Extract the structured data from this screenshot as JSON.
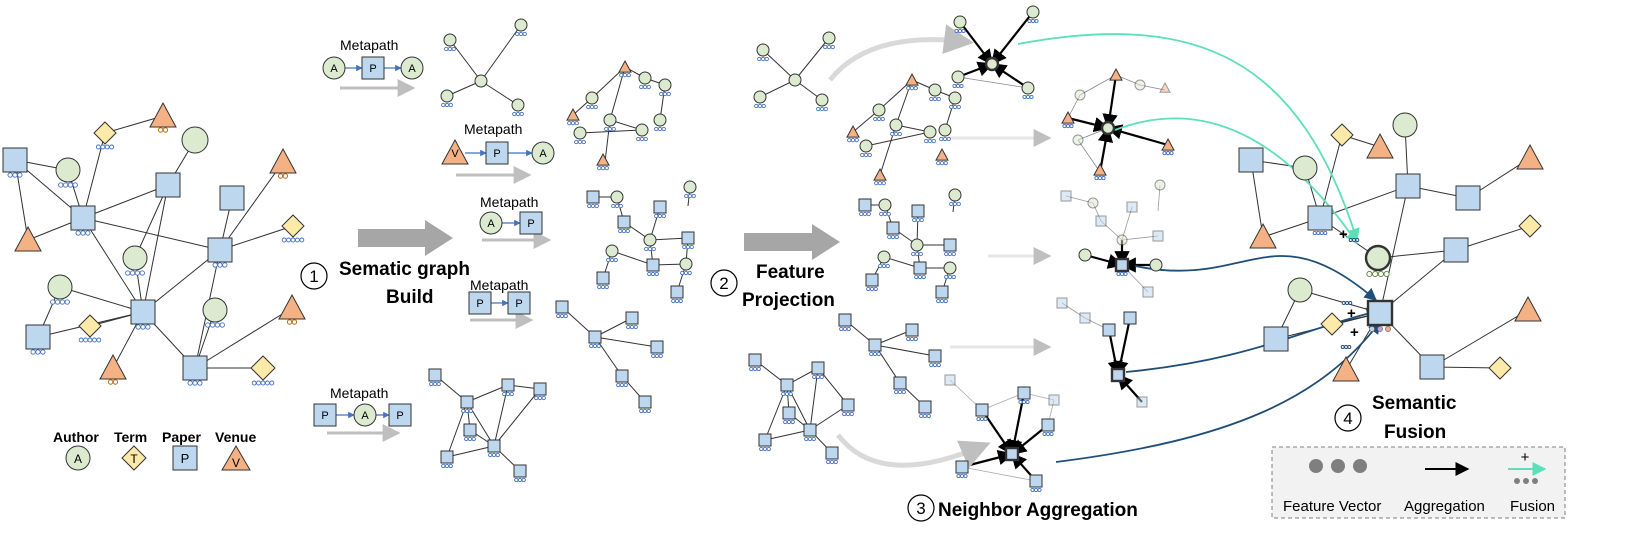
{
  "colors": {
    "author_fill": "#dcebd0",
    "term_fill": "#fde9a8",
    "paper_fill": "#bdd7ee",
    "venue_fill": "#f4b183",
    "edge": "#333333",
    "arrow_gray": "#bfbfbf",
    "fusion_teal": "#5ce0b8",
    "fusion_navy": "#1f4e79",
    "feature_dots": "#7f7f7f"
  },
  "legend_types": {
    "author": {
      "label": "Author",
      "glyph": "A"
    },
    "term": {
      "label": "Term",
      "glyph": "T"
    },
    "paper": {
      "label": "Paper",
      "glyph": "P"
    },
    "venue": {
      "label": "Venue",
      "glyph": "V"
    }
  },
  "metapaths": [
    {
      "label": "Metapath",
      "nodes": [
        "A",
        "P",
        "A"
      ]
    },
    {
      "label": "Metapath",
      "nodes": [
        "V",
        "P",
        "A"
      ]
    },
    {
      "label": "Metapath",
      "nodes": [
        "A",
        "P"
      ]
    },
    {
      "label": "Metapath",
      "nodes": [
        "P",
        "P"
      ]
    },
    {
      "label": "Metapath",
      "nodes": [
        "P",
        "A",
        "P"
      ]
    }
  ],
  "steps": {
    "step1": {
      "number": "1",
      "line1": "Sematic graph",
      "line2": "Build"
    },
    "step2": {
      "number": "2",
      "line1": "Feature",
      "line2": "Projection"
    },
    "step3": {
      "number": "3",
      "text": "Neighbor Aggregation"
    },
    "step4": {
      "number": "4",
      "line1": "Semantic",
      "line2": "Fusion"
    }
  },
  "bottom_legend": {
    "feature_vector": "Feature Vector",
    "aggregation": "Aggregation",
    "fusion": "Fusion",
    "plus": "+"
  },
  "fusion_plus_signs": [
    "+",
    "+",
    "+"
  ]
}
